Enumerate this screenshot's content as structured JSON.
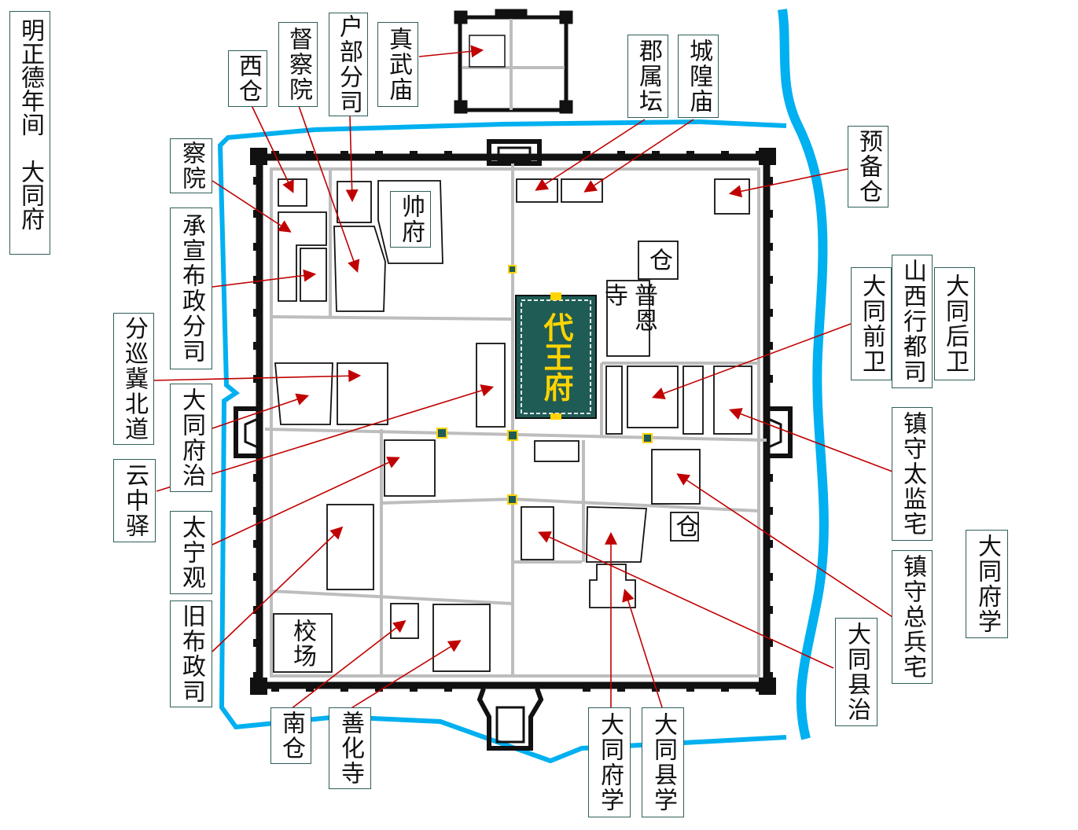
{
  "title": "明正德年间　大同府",
  "colors": {
    "river": "#00b0f0",
    "wall": "#111111",
    "street": "#bdbdbd",
    "arrow": "#c00000",
    "palace": "#1f5c55",
    "palace_text": "#ffd400",
    "label_border": "#2f5f5a"
  },
  "inside_labels": {
    "shuaifu": "帅府",
    "cang_north": "仓",
    "puensi": "普恩寺",
    "daiwangfu": "代王府",
    "jiaochang": "校场",
    "cang_south": "仓"
  },
  "labels": {
    "xicang": "西仓",
    "duchayuan": "督察院",
    "hubufensi": "户部分司",
    "zhenwumiao": "真武庙",
    "junshutan": "郡属坛",
    "chenghuangmiao": "城隍庙",
    "yubeicang": "预备仓",
    "chayuan": "察院",
    "chengxuan": "承宣布政分司",
    "fenxun": "分巡冀北道",
    "datongfuzhi": "大同府治",
    "yunzhongyi": "云中驿",
    "taininguan": "太宁观",
    "jiubuzhengsi": "旧布政司",
    "nancang": "南仓",
    "shanhuasi": "善化寺",
    "datongfuxue_s": "大同府学",
    "datongxianxue": "大同县学",
    "datongqianwei": "大同前卫",
    "shanxixingdusi": "山西行都司",
    "datonghouwei": "大同后卫",
    "zhenshoutaijian": "镇守太监宅",
    "zhenshouzongbing": "镇守总兵宅",
    "datongxianzhi": "大同县治",
    "datongfuxue_e": "大同府学"
  }
}
